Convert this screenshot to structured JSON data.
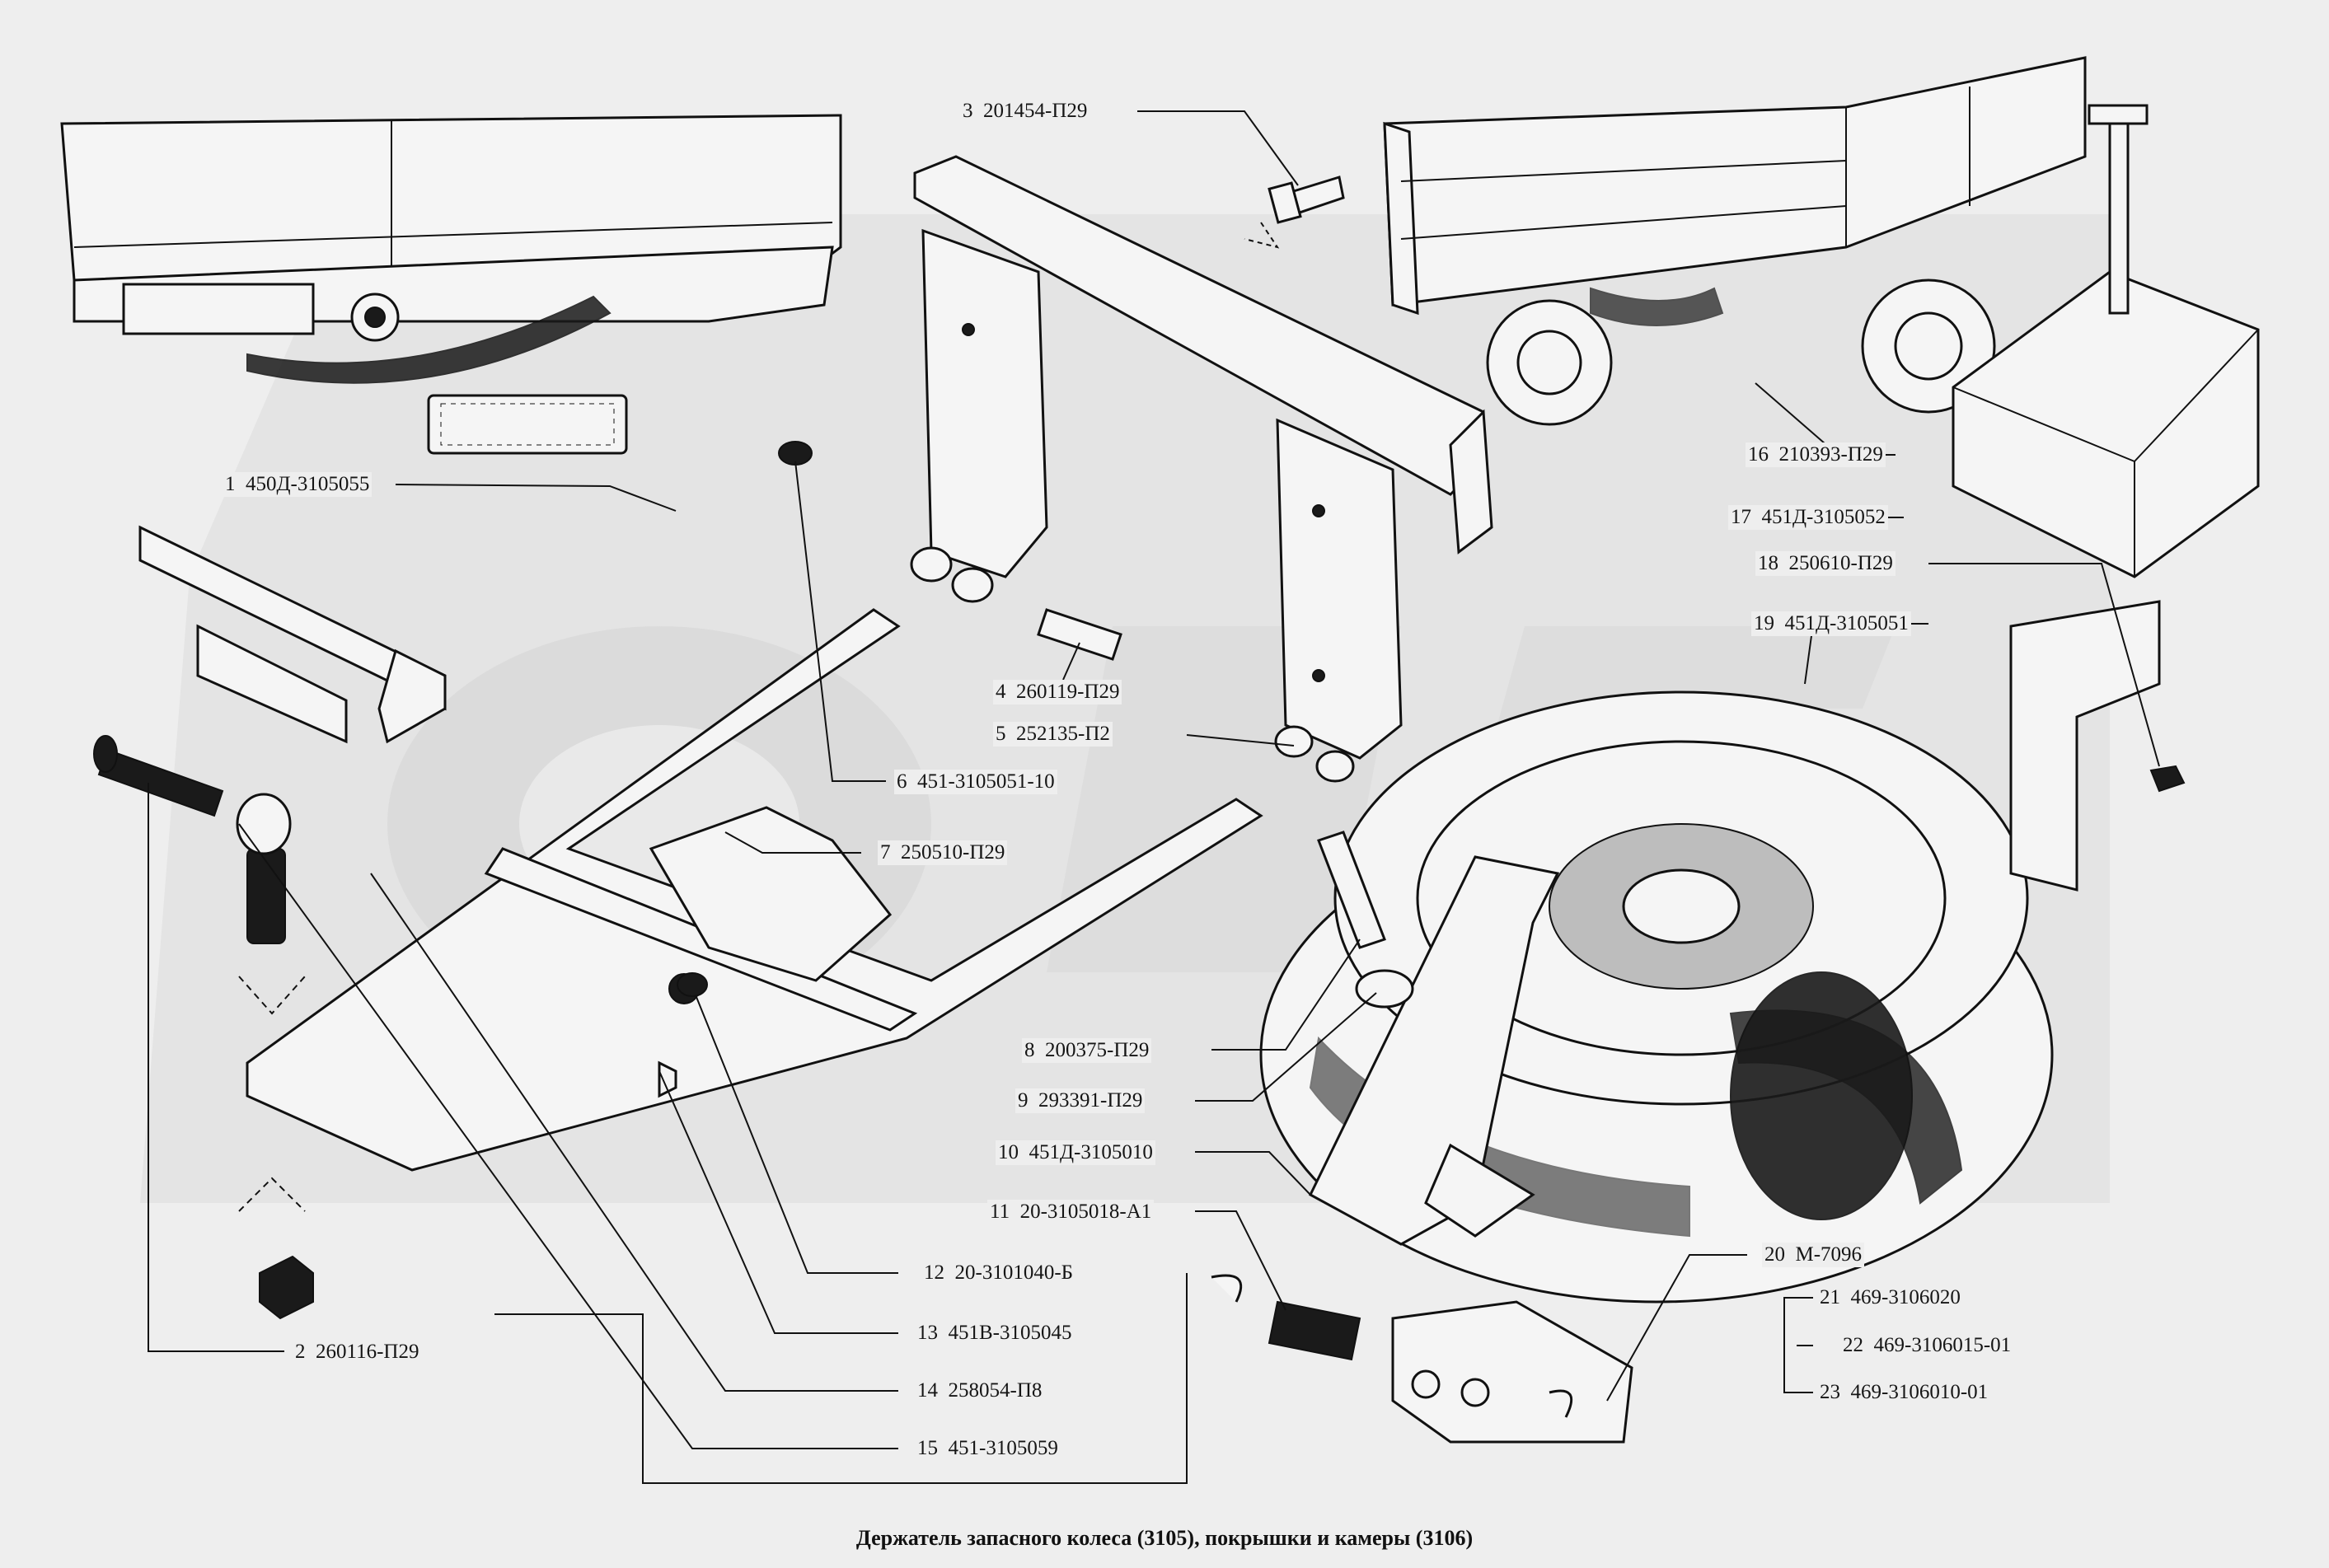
{
  "title": "Держатель запасного колеса (3105), покрышки и камеры (3106)",
  "watermark": "ОРЕ",
  "colors": {
    "background": "#eeeeee",
    "ink": "#111111",
    "watermark": "#cfcfcf"
  },
  "labels": [
    {
      "num": "1",
      "code": "450Д-3105055"
    },
    {
      "num": "2",
      "code": "260116-П29"
    },
    {
      "num": "3",
      "code": "201454-П29"
    },
    {
      "num": "4",
      "code": "260119-П29"
    },
    {
      "num": "5",
      "code": "252135-П2"
    },
    {
      "num": "6",
      "code": "451-3105051-10"
    },
    {
      "num": "7",
      "code": "250510-П29"
    },
    {
      "num": "8",
      "code": "200375-П29"
    },
    {
      "num": "9",
      "code": "293391-П29"
    },
    {
      "num": "10",
      "code": "451Д-3105010"
    },
    {
      "num": "11",
      "code": "20-3105018-А1"
    },
    {
      "num": "12",
      "code": "20-3101040-Б"
    },
    {
      "num": "13",
      "code": "451В-3105045"
    },
    {
      "num": "14",
      "code": "258054-П8"
    },
    {
      "num": "15",
      "code": "451-3105059"
    },
    {
      "num": "16",
      "code": "210393-П29"
    },
    {
      "num": "17",
      "code": "451Д-3105052"
    },
    {
      "num": "18",
      "code": "250610-П29"
    },
    {
      "num": "19",
      "code": "451Д-3105051"
    },
    {
      "num": "20",
      "code": "М-7096"
    },
    {
      "num": "21",
      "code": "469-3106020"
    },
    {
      "num": "22",
      "code": "469-3106015-01"
    },
    {
      "num": "23",
      "code": "469-3106010-01"
    }
  ]
}
